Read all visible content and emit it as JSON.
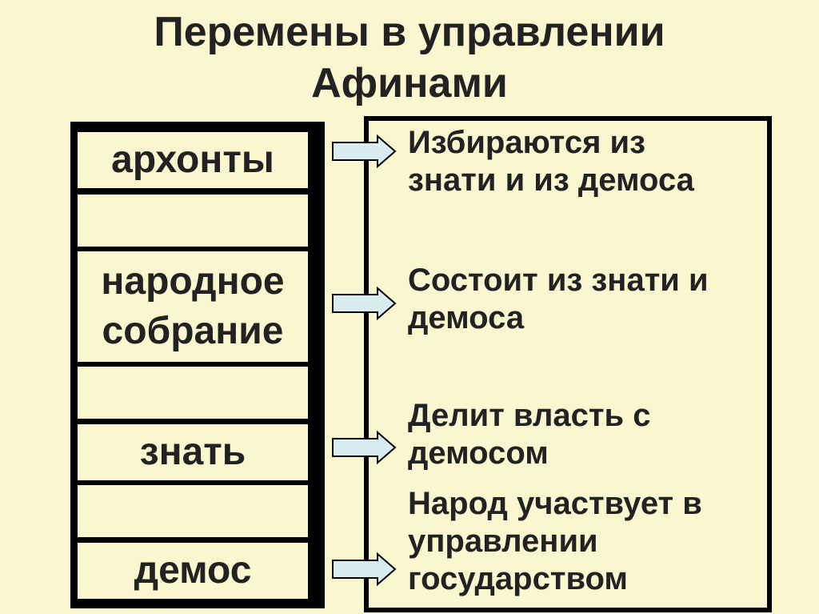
{
  "title": {
    "line1": "Перемены в управлении",
    "line2": "Афинами"
  },
  "left": {
    "archons": "архонты",
    "assembly_line1": "народное",
    "assembly_line2": "собрание",
    "nobility": "знать",
    "demos": "демос"
  },
  "right": {
    "archons_line1": "Избираются из",
    "archons_line2": "знати и из демоса",
    "assembly_line1": "Состоит из знати и",
    "assembly_line2": "демоса",
    "nobility_line1": "Делит власть с",
    "nobility_line2": "демосом",
    "demos_line1": "Народ участвует в",
    "demos_line2": "управлении",
    "demos_line3": "государством"
  },
  "colors": {
    "background": "#FAF6CF",
    "arrow_fill": "#D9ECF2",
    "text": "#222222"
  }
}
